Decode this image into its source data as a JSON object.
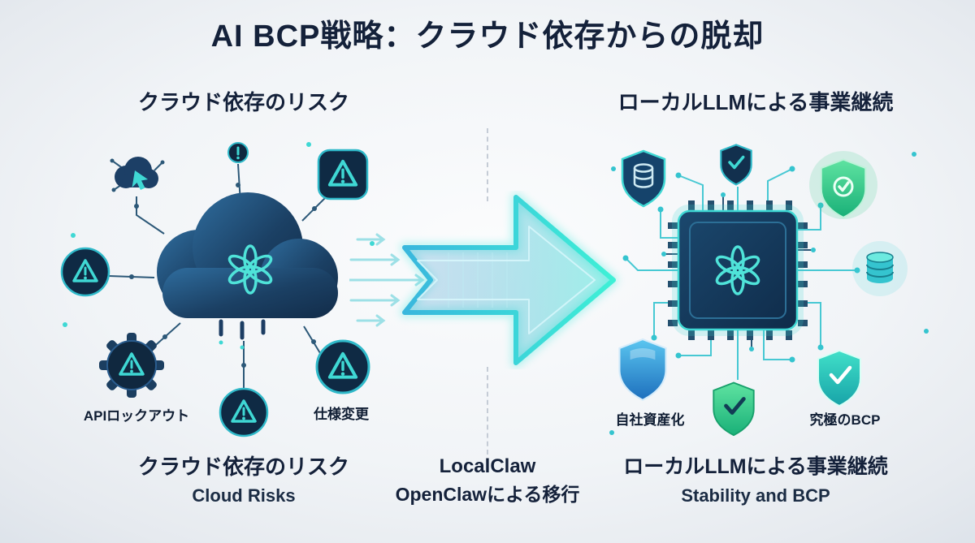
{
  "title": "AI BCP戦略：クラウド依存からの脱却",
  "left": {
    "heading": "クラウド依存のリスク",
    "label_api_lockout": "APIロックアウト",
    "label_spec_change": "仕様変更",
    "caption_jp": "クラウド依存のリスク",
    "caption_en": "Cloud Risks"
  },
  "center": {
    "caption_line1": "LocalClaw",
    "caption_line2": "OpenClawによる移行"
  },
  "right": {
    "heading": "ローカルLLMによる事業継続",
    "label_self_asset": "自社資産化",
    "label_ultimate_bcp": "究極のBCP",
    "caption_jp": "ローカルLLMによる事業継続",
    "caption_en": "Stability and BCP"
  },
  "icons": {
    "cloud": "cloud-icon",
    "ai_logo": "ai-model-logo-icon",
    "warning": "warning-triangle-icon",
    "gear": "gear-icon",
    "chip": "cpu-chip-icon",
    "shield": "shield-icon",
    "shield_check": "shield-check-icon",
    "database": "database-icon",
    "arrow": "migration-arrow-icon"
  },
  "colors": {
    "background": "#eef1f5",
    "title_text": "#14213a",
    "deep_navy": "#10283f",
    "teal": "#3fd8d4",
    "cyan": "#35c4cf",
    "green": "#3ecf8e",
    "blue": "#2b7fd4"
  }
}
